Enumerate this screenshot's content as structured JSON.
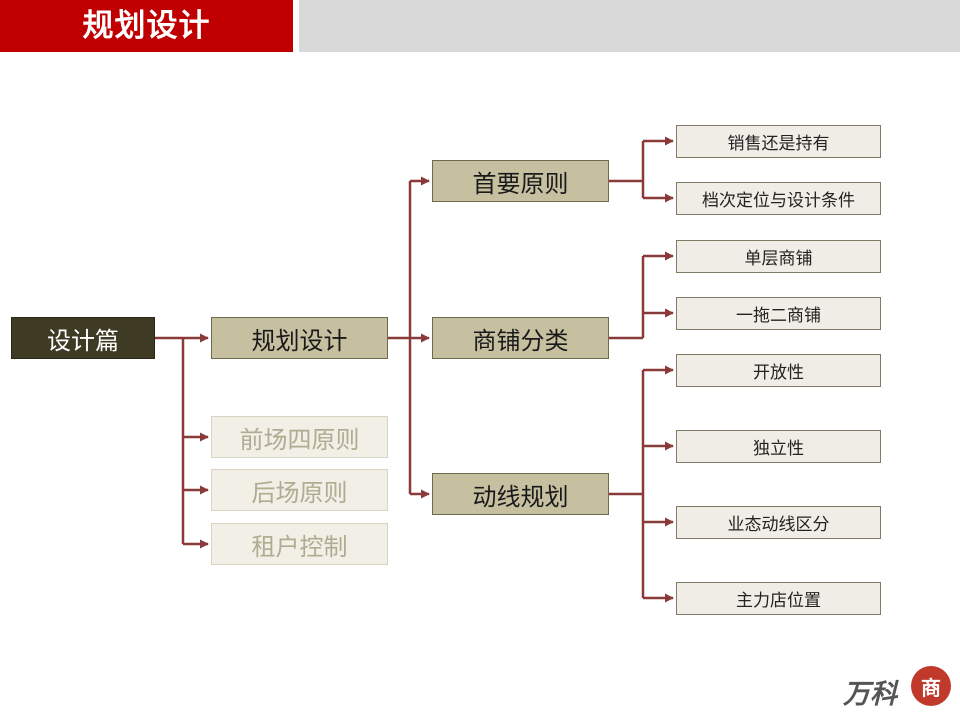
{
  "header": {
    "title": "规划设计"
  },
  "colors": {
    "accent": "#c00000",
    "connector": "#8b3a3a",
    "dark_node": "#3e3a23",
    "olive_node": "#c6c0a0"
  },
  "diagram": {
    "root": "设计篇",
    "level1": {
      "main": "规划设计",
      "inactive": [
        "前场四原则",
        "后场原则",
        "租户控制"
      ]
    },
    "level2": [
      "首要原则",
      "商铺分类",
      "动线规划"
    ],
    "leaves": {
      "primary": [
        "销售还是持有",
        "档次定位与设计条件"
      ],
      "shop_types": [
        "单层商铺",
        "一拖二商铺"
      ],
      "circulation": [
        "开放性",
        "独立性",
        "业态动线区分",
        "主力店位置"
      ]
    }
  },
  "footer": {
    "logo_text": "万科",
    "seal_text": "商"
  }
}
